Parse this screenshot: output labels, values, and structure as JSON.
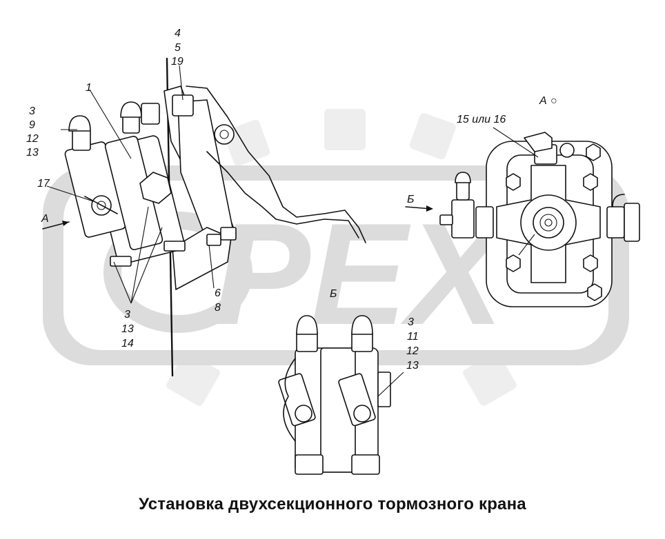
{
  "caption": "Установка двухсекционного тормозного крана",
  "watermark": {
    "text": "PEX"
  },
  "views": {
    "view_a": {
      "label": "А",
      "symbol": "○"
    },
    "arrow_a": "А",
    "arrow_b": "Б",
    "label_b_lower": "Б"
  },
  "callouts": {
    "c_1": "1",
    "c_3_9_12_13": [
      "3",
      "9",
      "12",
      "13"
    ],
    "c_17": "17",
    "c_4_5_19": [
      "4",
      "5",
      "19"
    ],
    "c_3_13_14": [
      "3",
      "13",
      "14"
    ],
    "c_6_8": [
      "6",
      "8"
    ],
    "c_15_16": "15 или 16",
    "c_3_11_12_13": [
      "3",
      "11",
      "12",
      "13"
    ]
  },
  "colors": {
    "line": "#111111",
    "watermark": "#dcdcdc",
    "background": "#ffffff"
  }
}
